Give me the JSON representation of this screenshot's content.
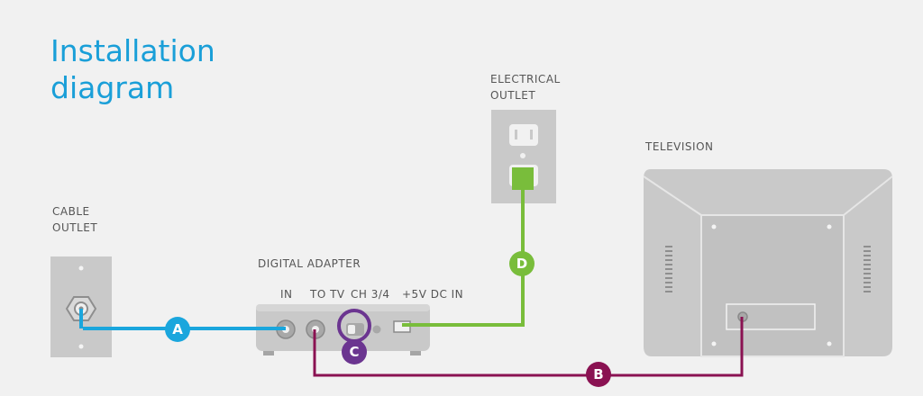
{
  "title": {
    "line1": "Installation",
    "line2": "diagram"
  },
  "labels": {
    "cable_outlet": {
      "line1": "CABLE",
      "line2": "OUTLET"
    },
    "electrical_outlet": {
      "line1": "ELECTRICAL",
      "line2": "OUTLET"
    },
    "television": "TELEVISION",
    "digital_adapter": "DIGITAL ADAPTER",
    "port_in": "IN",
    "port_to_tv": "TO TV",
    "port_ch": "CH 3/4",
    "port_power": "+5V DC IN"
  },
  "connections": [
    {
      "id": "A",
      "color": "#1aa6dd"
    },
    {
      "id": "B",
      "color": "#8a1252"
    },
    {
      "id": "C",
      "color": "#6b3590"
    },
    {
      "id": "D",
      "color": "#79bd3b"
    }
  ],
  "colors": {
    "device_gray": "#c9c9c9",
    "device_dark": "#8e8e8e",
    "title_blue": "#1a9fd8"
  }
}
